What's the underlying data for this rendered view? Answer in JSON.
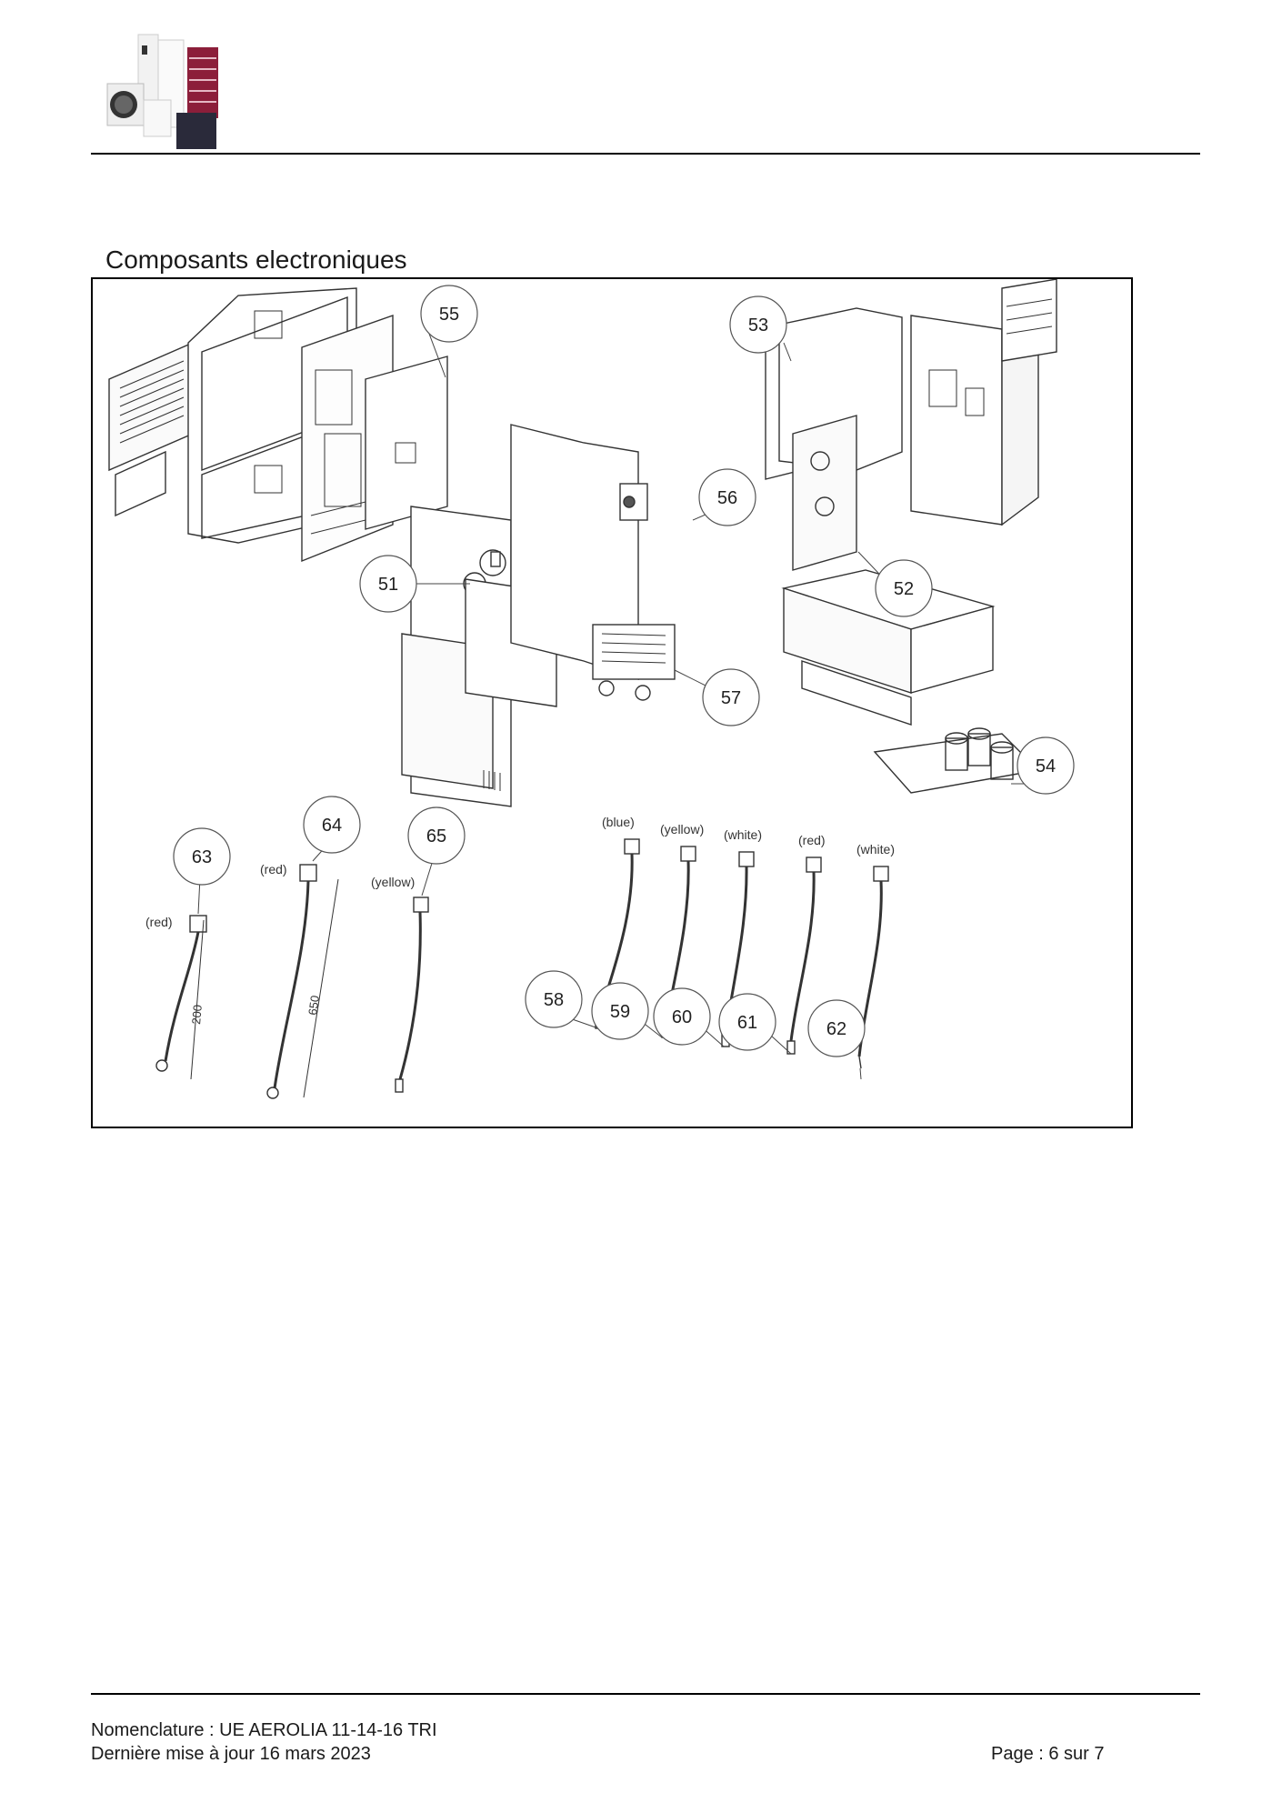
{
  "header": {
    "logo_name": "product-range-logo"
  },
  "section": {
    "title": "Composants electroniques"
  },
  "figure": {
    "callouts": [
      "51",
      "52",
      "53",
      "54",
      "55",
      "56",
      "57",
      "58",
      "59",
      "60",
      "61",
      "62",
      "63",
      "64",
      "65"
    ],
    "wire_colors": {
      "w63": "(red)",
      "w64": "(red)",
      "w65": "(yellow)",
      "w58": "(blue)",
      "w59": "(yellow)",
      "w60": "(white)",
      "w61": "(red)",
      "w62": "(white)"
    },
    "dimensions": {
      "w63": "200",
      "w64": "650"
    }
  },
  "footer": {
    "doc": "Nomenclature : UE AEROLIA 11-14-16 TRI",
    "date": "Dernière mise à jour 16 mars 2023",
    "page": "Page : 6 sur 7"
  },
  "colors": {
    "logo_accent": "#8c1e3a",
    "logo_dark": "#2a2a3a"
  }
}
